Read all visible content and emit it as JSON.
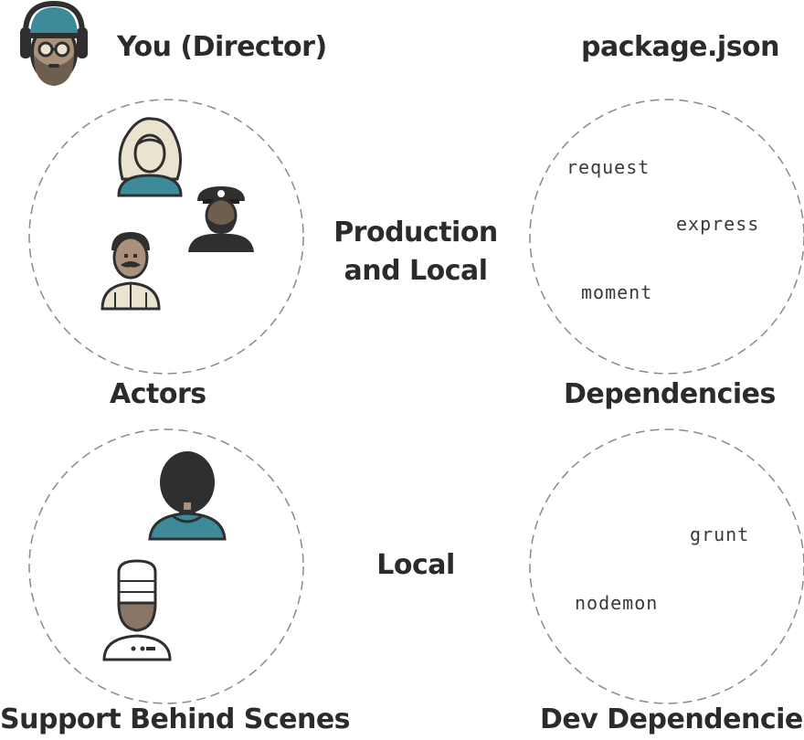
{
  "header": {
    "director_label": "You (Director)",
    "package_label": "package.json"
  },
  "middle": {
    "production_line1": "Production",
    "production_line2": "and Local",
    "local_label": "Local"
  },
  "captions": {
    "actors": "Actors",
    "dependencies": "Dependencies",
    "support": "Support Behind Scenes",
    "dev_dependencies": "Dev Dependencies"
  },
  "dependencies": [
    "request",
    "express",
    "moment"
  ],
  "dev_dependencies": [
    "grunt",
    "nodemon"
  ],
  "colors": {
    "teal": "#3d8b99",
    "dark": "#2f2f2f",
    "skin": "#a9917a",
    "cream": "#e9e3d0",
    "circle_stroke": "#8a8a8a"
  },
  "icons": {
    "director": "director-avatar-icon",
    "actress": "actress-icon",
    "officer": "police-officer-icon",
    "actor": "mustache-man-icon",
    "crew": "silhouette-person-icon",
    "chef": "chef-icon"
  }
}
